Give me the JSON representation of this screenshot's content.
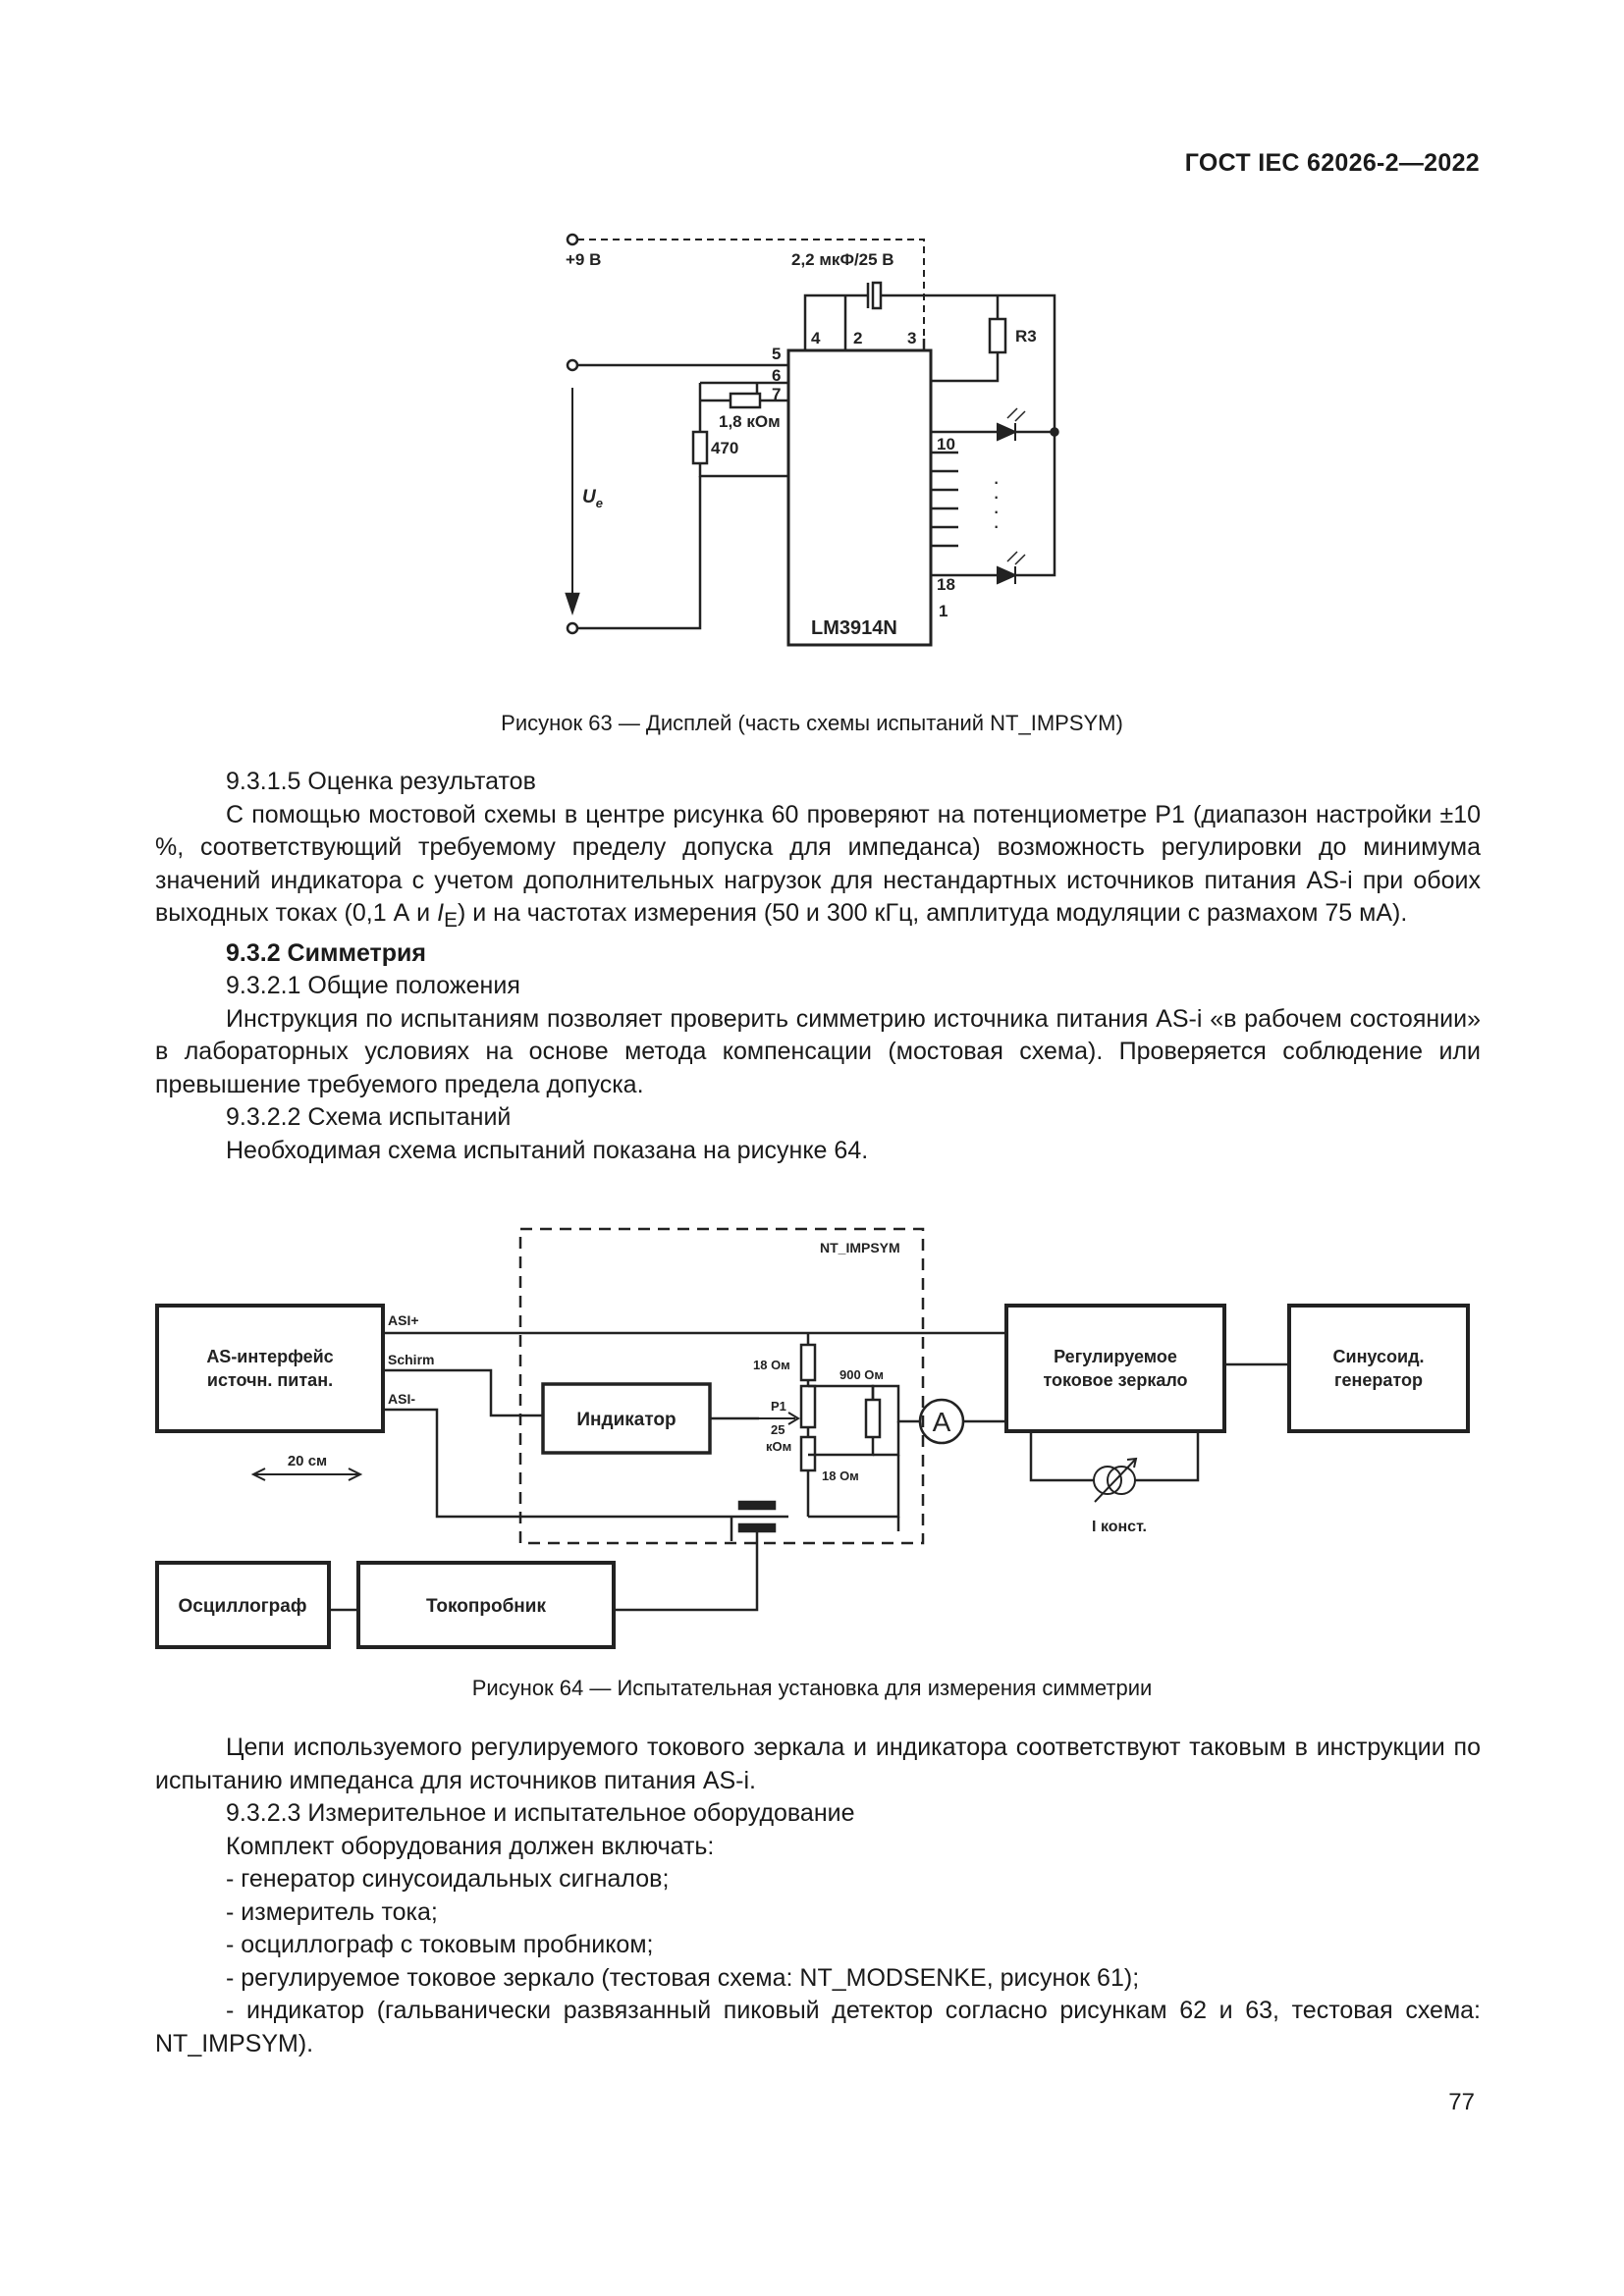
{
  "header": {
    "standard": "ГОСТ IEC 62026-2—2022"
  },
  "figure63": {
    "caption": "Рисунок 63 — Дисплей (часть схемы испытаний NT_IMPSYM)",
    "labels": {
      "supply": "+9 В",
      "capacitor": "2,2 мкФ/25 В",
      "r3": "R3",
      "resistor1": "1,8 кОм",
      "resistor2": "470",
      "voltage": "U",
      "voltage_sub": "e",
      "chip": "LM3914N",
      "pins": [
        "4",
        "2",
        "3",
        "5",
        "6",
        "7",
        "10",
        "18",
        "1"
      ]
    }
  },
  "section_a": {
    "p1": "9.3.1.5 Оценка результатов",
    "p2a": "С помощью мостовой схемы в центре рисунка 60 проверяют на потенциометре P1 (диапазон настройки ±10 %, соответствующий требуемому пределу допуска для импеданса) возможность регулировки до минимума значений индикатора с учетом дополнительных нагрузок для нестандартных источников питания AS-i при обоих выходных токах (0,1 А и ",
    "p2_i": "I",
    "p2_sub": "E",
    "p2b": ") и на частотах измерения (50 и 300 кГц, амплитуда модуляции с размахом 75 мА).",
    "h1": "9.3.2 Симметрия",
    "p3": "9.3.2.1 Общие положения",
    "p4": "Инструкция по испытаниям позволяет проверить симметрию источника питания AS-i «в рабочем состоянии» в лабораторных условиях на основе метода компенсации (мостовая схема). Проверяется соблюдение или превышение требуемого предела допуска.",
    "p5": "9.3.2.2 Схема испытаний",
    "p6": "Необходимая схема испытаний показана на рисунке 64."
  },
  "figure64": {
    "caption": "Рисунок 64 — Испытательная установка для измерения симметрии",
    "labels": {
      "box_title": "NT_IMPSYM",
      "supply_line1": "AS-интерфейс",
      "supply_line2": "источн. питан.",
      "asi_plus": "ASI+",
      "schirm": "Schirm",
      "asi_minus": "ASI-",
      "indicator": "Индикатор",
      "r_top": "18 Ом",
      "r_900": "900 Ом",
      "p1": "P1",
      "p1_val1": "25",
      "p1_val2": "кОм",
      "r_bottom": "18 Ом",
      "ammeter": "A",
      "distance": "20 см",
      "mirror_line1": "Регулируемое",
      "mirror_line2": "токовое зеркало",
      "gen_line1": "Синусоид.",
      "gen_line2": "генератор",
      "const_current": "I конст.",
      "scope": "Осциллограф",
      "probe": "Токопробник"
    }
  },
  "section_b": {
    "p1": "Цепи используемого регулируемого токового зеркала и индикатора соответствуют таковым в инструкции по испытанию импеданса для источников питания AS-i.",
    "p2": "9.3.2.3 Измерительное и испытательное оборудование",
    "p3": "Комплект оборудования должен включать:",
    "items": [
      "- генератор синусоидальных сигналов;",
      "- измеритель тока;",
      "- осциллограф с токовым пробником;",
      "- регулируемое токовое зеркало (тестовая схема: NT_MODSENKE, рисунок 61);",
      "- индикатор (гальванически развязанный пиковый детектор согласно рисункам 62 и 63, тестовая схема: NT_IMPSYM)."
    ]
  },
  "footer": {
    "page": "77"
  }
}
